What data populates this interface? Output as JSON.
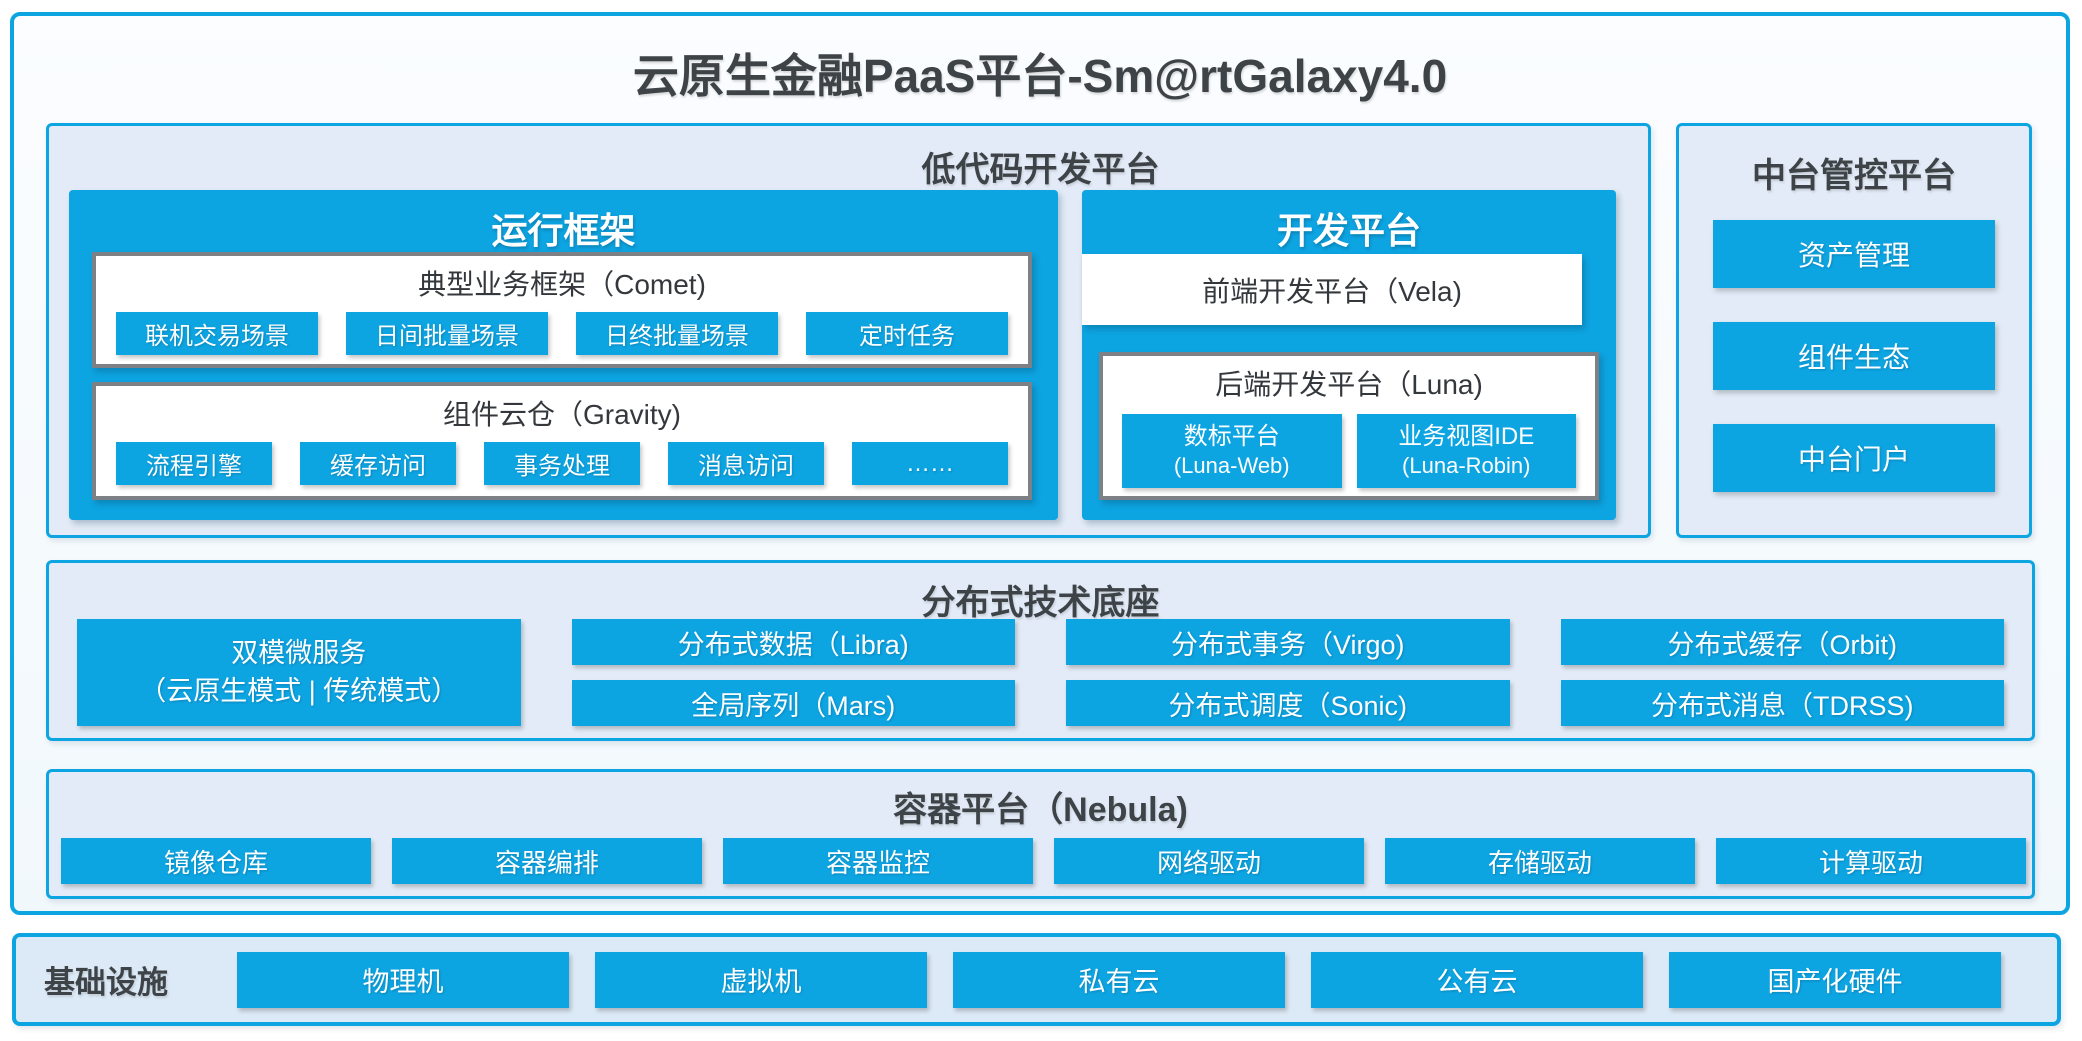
{
  "title": "云原生金融PaaS平台-Sm@rtGalaxy4.0",
  "colors": {
    "accent": "#0DA4E2",
    "panel_fill": "#E2EBF7",
    "infra_fill": "#DCE9F6",
    "dark_text": "#3E4348",
    "gray_border": "#7D8084"
  },
  "low_code": {
    "title": "低代码开发平台",
    "runtime": {
      "title": "运行框架",
      "comet": {
        "title": "典型业务框架（Comet)",
        "items": [
          "联机交易场景",
          "日间批量场景",
          "日终批量场景",
          "定时任务"
        ]
      },
      "gravity": {
        "title": "组件云仓（Gravity)",
        "items": [
          "流程引擎",
          "缓存访问",
          "事务处理",
          "消息访问",
          "……"
        ]
      }
    },
    "dev": {
      "title": "开发平台",
      "vela": "前端开发平台（Vela)",
      "luna": {
        "title": "后端开发平台（Luna)",
        "items": [
          {
            "line1": "数标平台",
            "line2": "(Luna-Web)"
          },
          {
            "line1": "业务视图IDE",
            "line2": "(Luna-Robin)"
          }
        ]
      }
    }
  },
  "mid_platform": {
    "title": "中台管控平台",
    "items": [
      "资产管理",
      "组件生态",
      "中台门户"
    ]
  },
  "distributed": {
    "title": "分布式技术底座",
    "dual_mode": {
      "line1": "双模微服务",
      "line2": "（云原生模式 | 传统模式）"
    },
    "columns": [
      [
        "分布式数据（Libra)",
        "全局序列（Mars)"
      ],
      [
        "分布式事务（Virgo)",
        "分布式调度（Sonic)"
      ],
      [
        "分布式缓存（Orbit)",
        "分布式消息（TDRSS)"
      ]
    ]
  },
  "container_platform": {
    "title": "容器平台（Nebula)",
    "items": [
      "镜像仓库",
      "容器编排",
      "容器监控",
      "网络驱动",
      "存储驱动",
      "计算驱动"
    ]
  },
  "infrastructure": {
    "title": "基础设施",
    "items": [
      "物理机",
      "虚拟机",
      "私有云",
      "公有云",
      "国产化硬件"
    ]
  }
}
